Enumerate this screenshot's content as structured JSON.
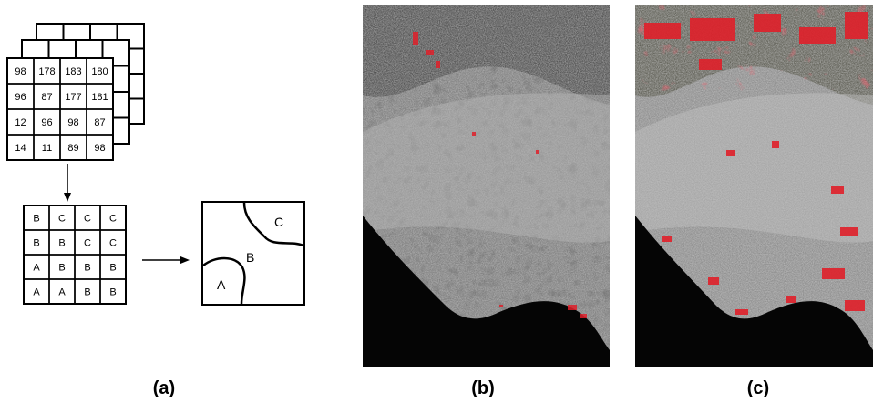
{
  "captions": {
    "a": "(a)",
    "b": "(b)",
    "c": "(c)"
  },
  "pixel_grid": [
    [
      "98",
      "178",
      "183",
      "180"
    ],
    [
      "96",
      "87",
      "177",
      "181"
    ],
    [
      "12",
      "96",
      "98",
      "87"
    ],
    [
      "14",
      "11",
      "89",
      "98"
    ]
  ],
  "class_grid": [
    [
      "B",
      "C",
      "C",
      "C"
    ],
    [
      "B",
      "B",
      "C",
      "C"
    ],
    [
      "A",
      "B",
      "B",
      "B"
    ],
    [
      "A",
      "A",
      "B",
      "B"
    ]
  ],
  "region_labels": {
    "a": "A",
    "b": "B",
    "c": "C"
  },
  "colors": {
    "urban_red": "#e0202a",
    "sea": "#050505",
    "land_gray": "#8a8a8a"
  }
}
